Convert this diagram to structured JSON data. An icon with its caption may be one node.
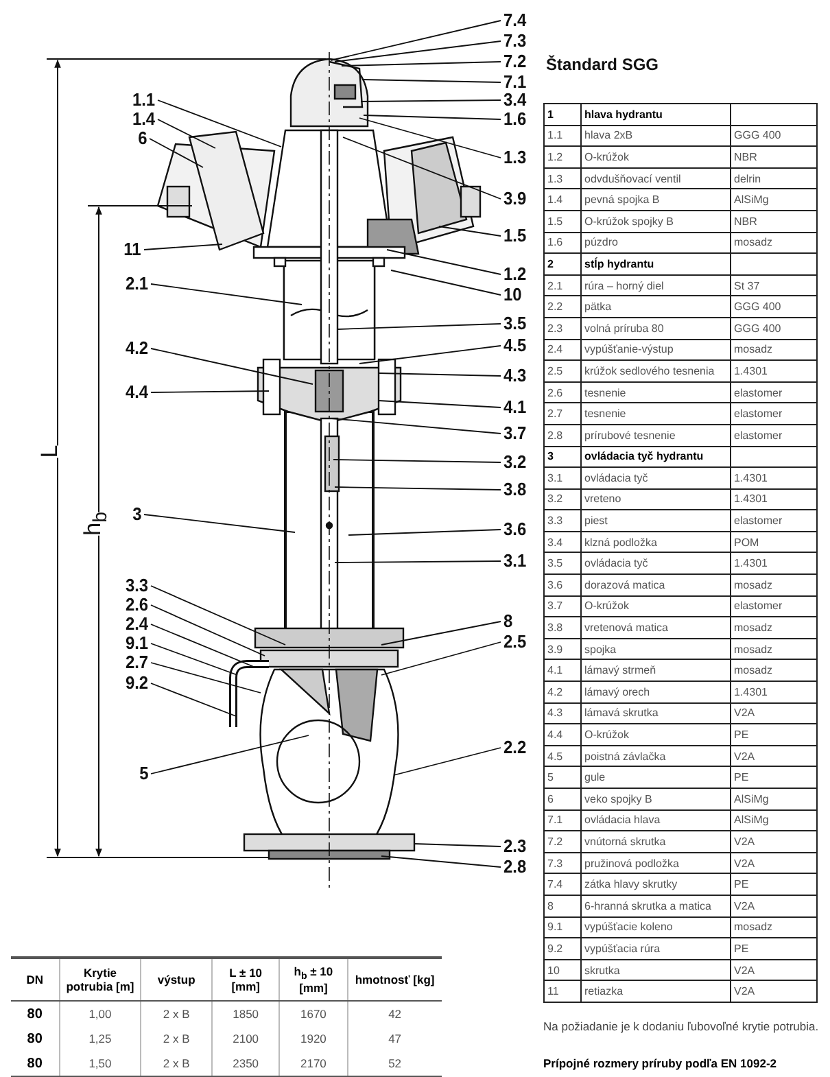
{
  "diagram": {
    "title": "Štandard SGG",
    "nodes": [
      {
        "text": [
          "1.1"
        ]
      },
      {
        "text": [
          "1.4"
        ]
      },
      {
        "text": [
          "6"
        ]
      },
      {
        "text": [
          "11"
        ]
      },
      {
        "text": [
          "2.1"
        ]
      },
      {
        "text": [
          "4.2"
        ]
      },
      {
        "text": [
          "4.4"
        ]
      },
      {
        "text": [
          "3"
        ]
      },
      {
        "text": [
          "3.3"
        ]
      },
      {
        "text": [
          "2.6"
        ]
      },
      {
        "text": [
          "2.4"
        ]
      },
      {
        "text": [
          "9.1"
        ]
      },
      {
        "text": [
          "2.7"
        ]
      },
      {
        "text": [
          "9.2"
        ]
      },
      {
        "text": [
          "5"
        ]
      },
      {
        "text": [
          "7.4"
        ]
      },
      {
        "text": [
          "7.3"
        ]
      },
      {
        "text": [
          "7.2"
        ]
      },
      {
        "text": [
          "7.1"
        ]
      },
      {
        "text": [
          "3.4"
        ]
      },
      {
        "text": [
          "1.6"
        ]
      },
      {
        "text": [
          "1.3"
        ]
      },
      {
        "text": [
          "3.9"
        ]
      },
      {
        "text": [
          "1.5"
        ]
      },
      {
        "text": [
          "1.2"
        ]
      },
      {
        "text": [
          "10"
        ]
      },
      {
        "text": [
          "3.5"
        ]
      },
      {
        "text": [
          "4.5"
        ]
      },
      {
        "text": [
          "4.3"
        ]
      },
      {
        "text": [
          "4.1"
        ]
      },
      {
        "text": [
          "3.7"
        ]
      },
      {
        "text": [
          "3.2"
        ]
      },
      {
        "text": [
          "3.8"
        ]
      },
      {
        "text": [
          "3.6"
        ]
      },
      {
        "text": [
          "3.1"
        ]
      },
      {
        "text": [
          "8"
        ]
      },
      {
        "text": [
          "2.5"
        ]
      },
      {
        "text": [
          "2.2"
        ]
      },
      {
        "text": [
          "2.3"
        ]
      },
      {
        "text": [
          "2.8"
        ]
      }
    ],
    "edges": [
      {
        "from": 0,
        "to": null,
        "arrow": "none"
      },
      {
        "from": 1,
        "to": null,
        "arrow": "none"
      },
      {
        "from": 2,
        "to": null,
        "arrow": "none"
      },
      {
        "from": 3,
        "to": null,
        "arrow": "none"
      },
      {
        "from": 4,
        "to": null,
        "arrow": "none"
      },
      {
        "from": 5,
        "to": null,
        "arrow": "none"
      },
      {
        "from": 6,
        "to": null,
        "arrow": "none"
      },
      {
        "from": 7,
        "to": null,
        "arrow": "none"
      },
      {
        "from": 8,
        "to": null,
        "arrow": "none"
      },
      {
        "from": 9,
        "to": null,
        "arrow": "none"
      },
      {
        "from": 10,
        "to": null,
        "arrow": "none"
      },
      {
        "from": 11,
        "to": null,
        "arrow": "none"
      },
      {
        "from": 12,
        "to": null,
        "arrow": "none"
      },
      {
        "from": 13,
        "to": null,
        "arrow": "none"
      },
      {
        "from": 14,
        "to": null,
        "arrow": "none"
      },
      {
        "from": 15,
        "to": null,
        "arrow": "none"
      },
      {
        "from": 16,
        "to": null,
        "arrow": "none"
      },
      {
        "from": 17,
        "to": null,
        "arrow": "none"
      },
      {
        "from": 18,
        "to": null,
        "arrow": "none"
      },
      {
        "from": 19,
        "to": null,
        "arrow": "none"
      },
      {
        "from": 20,
        "to": null,
        "arrow": "none"
      },
      {
        "from": 21,
        "to": null,
        "arrow": "none"
      },
      {
        "from": 22,
        "to": null,
        "arrow": "none"
      },
      {
        "from": 23,
        "to": null,
        "arrow": "none"
      },
      {
        "from": 24,
        "to": null,
        "arrow": "none"
      },
      {
        "from": 25,
        "to": null,
        "arrow": "none"
      },
      {
        "from": 26,
        "to": null,
        "arrow": "none"
      },
      {
        "from": 27,
        "to": null,
        "arrow": "none"
      },
      {
        "from": 28,
        "to": null,
        "arrow": "none"
      },
      {
        "from": 29,
        "to": null,
        "arrow": "none"
      },
      {
        "from": 30,
        "to": null,
        "arrow": "none"
      },
      {
        "from": 31,
        "to": null,
        "arrow": "none"
      },
      {
        "from": 32,
        "to": null,
        "arrow": "none"
      },
      {
        "from": 33,
        "to": null,
        "arrow": "none"
      },
      {
        "from": 34,
        "to": null,
        "arrow": "none"
      },
      {
        "from": 35,
        "to": null,
        "arrow": "none"
      },
      {
        "from": 36,
        "to": null,
        "arrow": "none"
      },
      {
        "from": 37,
        "to": null,
        "arrow": "none"
      },
      {
        "from": 38,
        "to": null,
        "arrow": "none"
      },
      {
        "from": 39,
        "to": null,
        "arrow": "none"
      }
    ],
    "labels": [
      "L",
      "h$_{b}$",
      "1",
      "hlava hydrantu",
      "1.1",
      "hlava 2xB",
      "GGG 400",
      "1.2",
      "O-krúžok",
      "NBR",
      "1.3",
      "odvdušňovací ventil",
      "delrin",
      "1.4",
      "pevná spojka B",
      "AlSiMg",
      "1.5",
      "O-krúžok spojky B",
      "NBR",
      "1.6",
      "púzdro",
      "mosadz",
      "2",
      "stĺp hydrantu",
      "2.1",
      "rúra – horný diel",
      "St 37",
      "2.2",
      "pätka",
      "GGG 400",
      "2.3",
      "volná príruba 80",
      "GGG 400",
      "2.4",
      "vypúšťanie-výstup",
      "mosadz",
      "2.5",
      "krúžok sedlového tesnenia",
      "1.4301",
      "2.6",
      "tesnenie",
      "elastomer",
      "2.7",
      "tesnenie",
      "elastomer",
      "2.8",
      "prírubové tesnenie",
      "elastomer",
      "3",
      "ovládacia tyč hydrantu",
      "3.1",
      "ovládacia tyč",
      "1.4301",
      "3.2",
      "vreteno",
      "1.4301",
      "3.3",
      "piest",
      "elastomer",
      "3.4",
      "klzná podložka",
      "POM",
      "3.5",
      "ovládacia tyč",
      "1.4301",
      "3.6",
      "dorazová matica",
      "mosadz",
      "3.7",
      "O-krúžok",
      "elastomer",
      "3.8",
      "vretenová matica",
      "mosadz",
      "3.9",
      "spojka",
      "mosadz",
      "4.1",
      "lámavý strmeň",
      "mosadz",
      "4.2",
      "lámavý orech",
      "1.4301",
      "4.3",
      "lámavá skrutka",
      "V2A",
      "4.4",
      "O-krúžok",
      "PE",
      "4.5",
      "poistná závlačka",
      "V2A",
      "5",
      "gule",
      "PE",
      "6",
      "veko spojky B",
      "AlSiMg",
      "7.1",
      "ovládacia hlava",
      "AlSiMg",
      "7.2",
      "vnútorná skrutka",
      "V2A",
      "7.3",
      "pružinová podložka",
      "V2A",
      "7.4",
      "zátka hlavy skrutky",
      "PE",
      "8",
      "6-hranná skrutka a matica",
      "V2A",
      "9.1",
      "vypúšťacie koleno",
      "mosadz",
      "9.2",
      "vypúšťacia rúra",
      "PE",
      "10",
      "skrutka",
      "V2A",
      "11",
      "retiazka",
      "V2A",
      "DN",
      "Krytie potrubia [m]",
      "výstup",
      "L ± 10 [mm]",
      "h$_{b}$ ± 10 [mm]",
      "hmotnosť [kg]",
      "80",
      "1,00",
      "2 x B",
      "1850",
      "1670",
      "42",
      "80",
      "1,25",
      "2 x B",
      "2100",
      "1920",
      "47",
      "80",
      "1,50",
      "2 x B",
      "2350",
      "2170",
      "52",
      "Na požiadanie je k dodaniu ľubovoľné krytie potrubia.",
      "Prípojné rozmery príruby podľa EN 1092-2"
    ]
  }
}
